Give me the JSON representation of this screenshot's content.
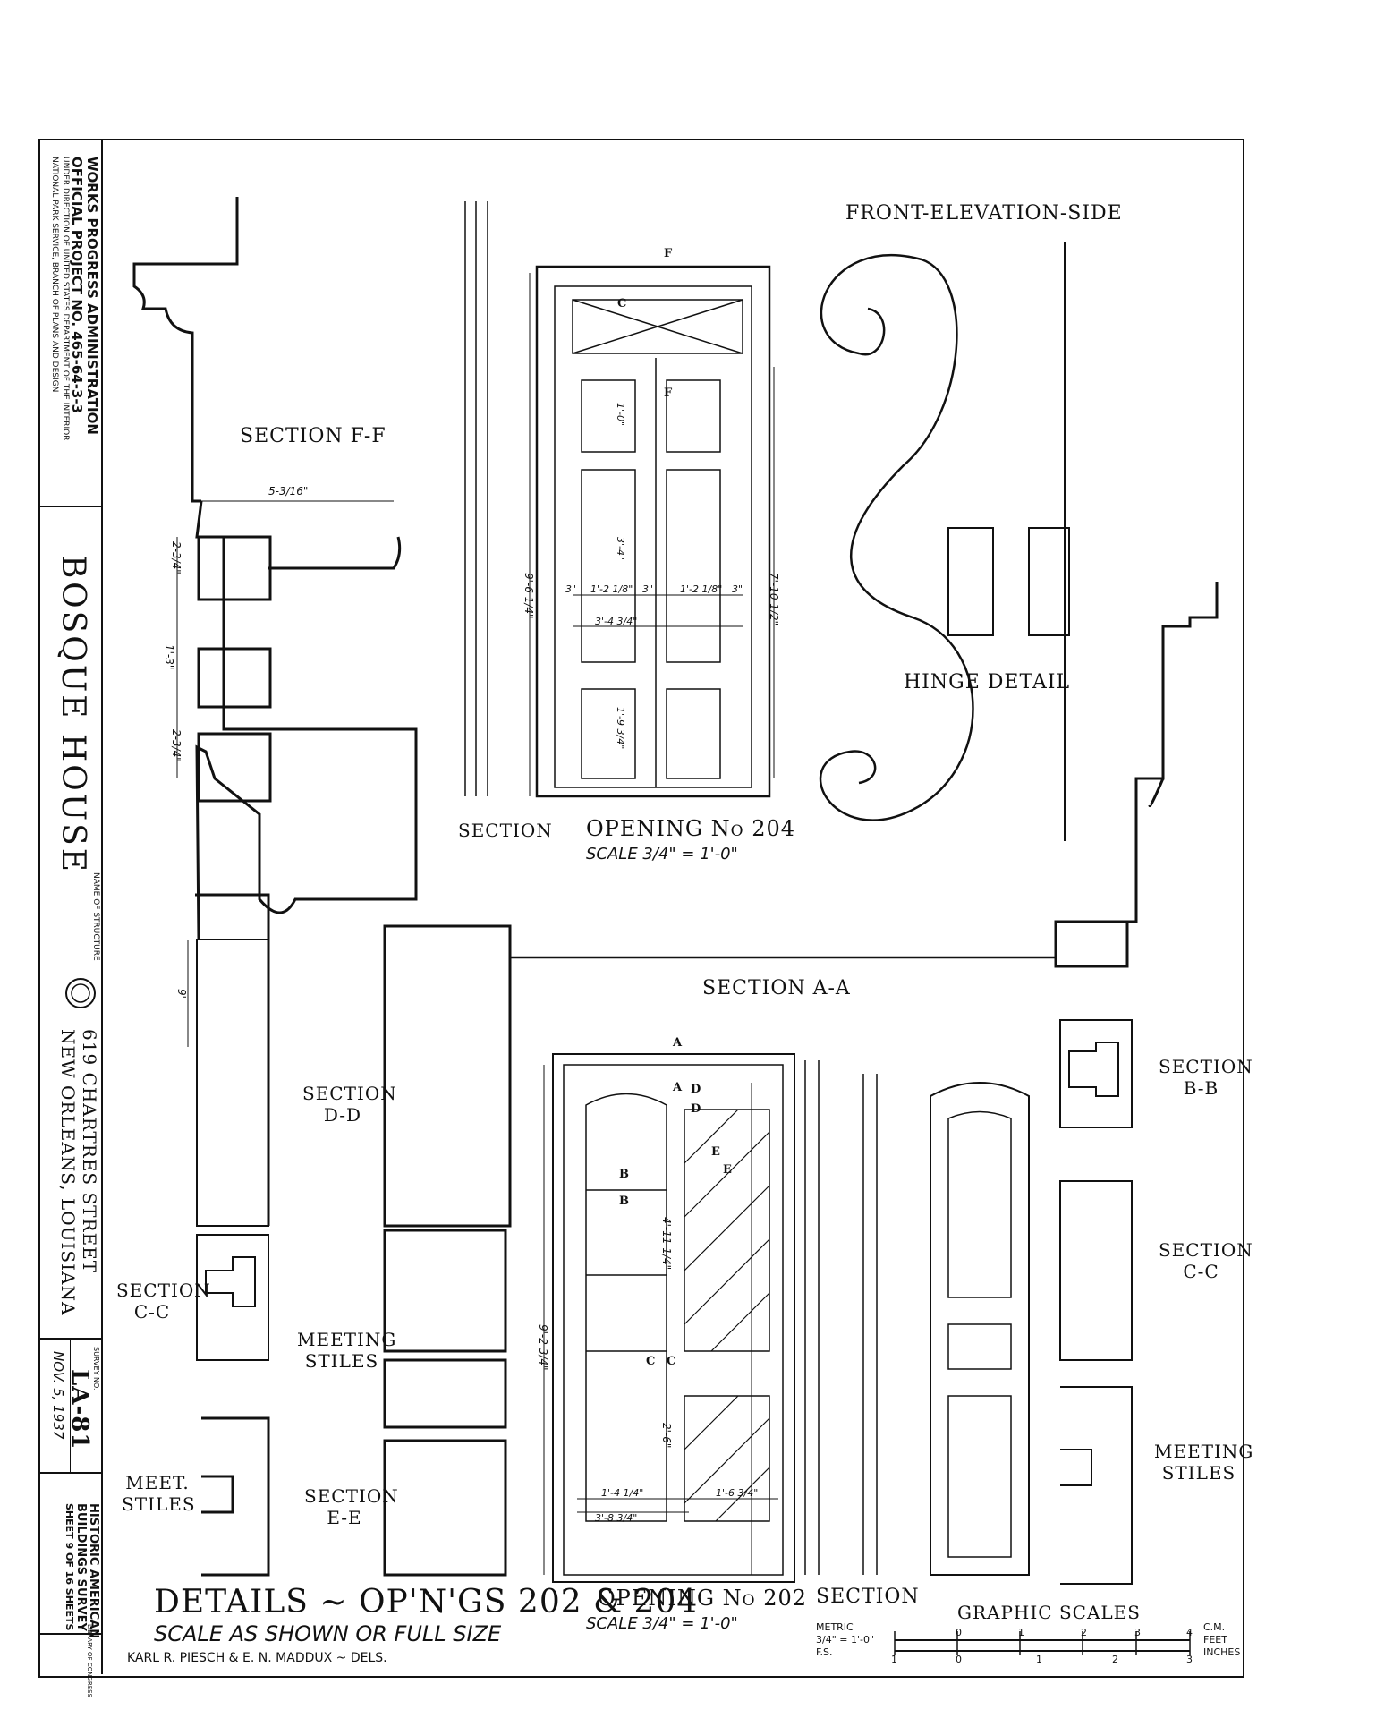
{
  "title_block": {
    "agency_line1": "WORKS PROGRESS ADMINISTRATION",
    "agency_line2": "OFFICIAL PROJECT NO. 465-64-3-3",
    "agency_line3": "UNDER DIRECTION OF UNITED STATES DEPARTMENT OF THE INTERIOR",
    "agency_line4": "NATIONAL PARK SERVICE, BRANCH OF PLANS AND DESIGN",
    "structure_name": "BOSQUE HOUSE",
    "name_of_structure_label": "NAME OF STRUCTURE",
    "address_line1": "619 CHARTRES STREET",
    "address_line2": "NEW ORLEANS, LOUISIANA",
    "survey_no_label": "SURVEY NO.",
    "survey_no": "LA-81",
    "date": "NOV. 5, 1937",
    "habs_line1": "HISTORIC AMERICAN",
    "habs_line2": "BUILDINGS SURVEY",
    "sheet": "SHEET 9 OF 16 SHEETS",
    "library_stamp": "LIBRARY OF CONGRESS"
  },
  "labels": {
    "section_ff": "SECTION F-F",
    "front_elevation_side": "FRONT-ELEVATION-SIDE",
    "hinge_detail": "HINGE DETAIL",
    "section_left_top": "SECTION",
    "opening_204": "OPENING No 204",
    "opening_204_scale": "SCALE 3/4\" = 1'-0\"",
    "section_aa": "SECTION A-A",
    "section_dd": "SECTION D-D",
    "section_cc_left": "SECTION C-C",
    "meeting_stiles_left": "MEETING STILES",
    "meet_stiles": "MEET. STILES",
    "section_ee": "SECTION E-E",
    "section_bb": "SECTION B-B",
    "section_cc_right": "SECTION C-C",
    "meeting_stiles_right": "MEETING STILES",
    "opening_202": "OPENING No 202",
    "opening_202_scale": "SCALE 3/4\" = 1'-0\"",
    "section_bottom": "SECTION",
    "graphic_scales": "GRAPHIC SCALES",
    "details_title": "DETAILS ~ OP'N'GS 202 & 204",
    "details_subtitle": "SCALE AS SHOWN OR FULL SIZE",
    "delineators": "KARL R. PIESCH & E. N. MADDUX ~ DELS.",
    "scale_metric": "METRIC",
    "scale_ratio": "3/4\" = 1'-0\"",
    "scale_fs": "F.S.",
    "scale_cm": "C.M.",
    "scale_feet": "FEET",
    "scale_inches": "INCHES"
  },
  "dimensions": {
    "d_5_14": "5-3/16\"",
    "d_2_34a": "2-3/4\"",
    "d_1_3": "1'-3\"",
    "d_2_34b": "2-3/4\"",
    "d_9": "9\"",
    "d_9_6": "9'-6 1/4\"",
    "d_7_10": "7'-10 1/2\"",
    "d_3a": "3\"",
    "d_1_2a": "1'-2 1/8\"",
    "d_3b": "3\"",
    "d_1_2b": "1'-2 1/8\"",
    "d_3c": "3\"",
    "d_3_4": "3'-4 3/4\"",
    "d_3_4b": "3'-4\"",
    "d_1_0": "1'-0\"",
    "d_1_9": "1'-9 3/4\"",
    "d_9_2": "9'-2 3/4\"",
    "d_4_11": "4'-11 1/4\"",
    "d_2_6": "2'-6\"",
    "d_1_4": "1'-4 1/4\"",
    "d_3_8": "3'-8 3/4\"",
    "d_1_6": "1'-6 3/4\""
  },
  "callouts": [
    "A",
    "A",
    "D",
    "D",
    "B",
    "B",
    "E",
    "E",
    "C",
    "C",
    "F",
    "F",
    "C"
  ],
  "scale_ticks_metric": [
    "0",
    "1",
    "2",
    "3",
    "4"
  ],
  "scale_ticks_feet": [
    "1",
    "0",
    "1",
    "2",
    "3"
  ]
}
